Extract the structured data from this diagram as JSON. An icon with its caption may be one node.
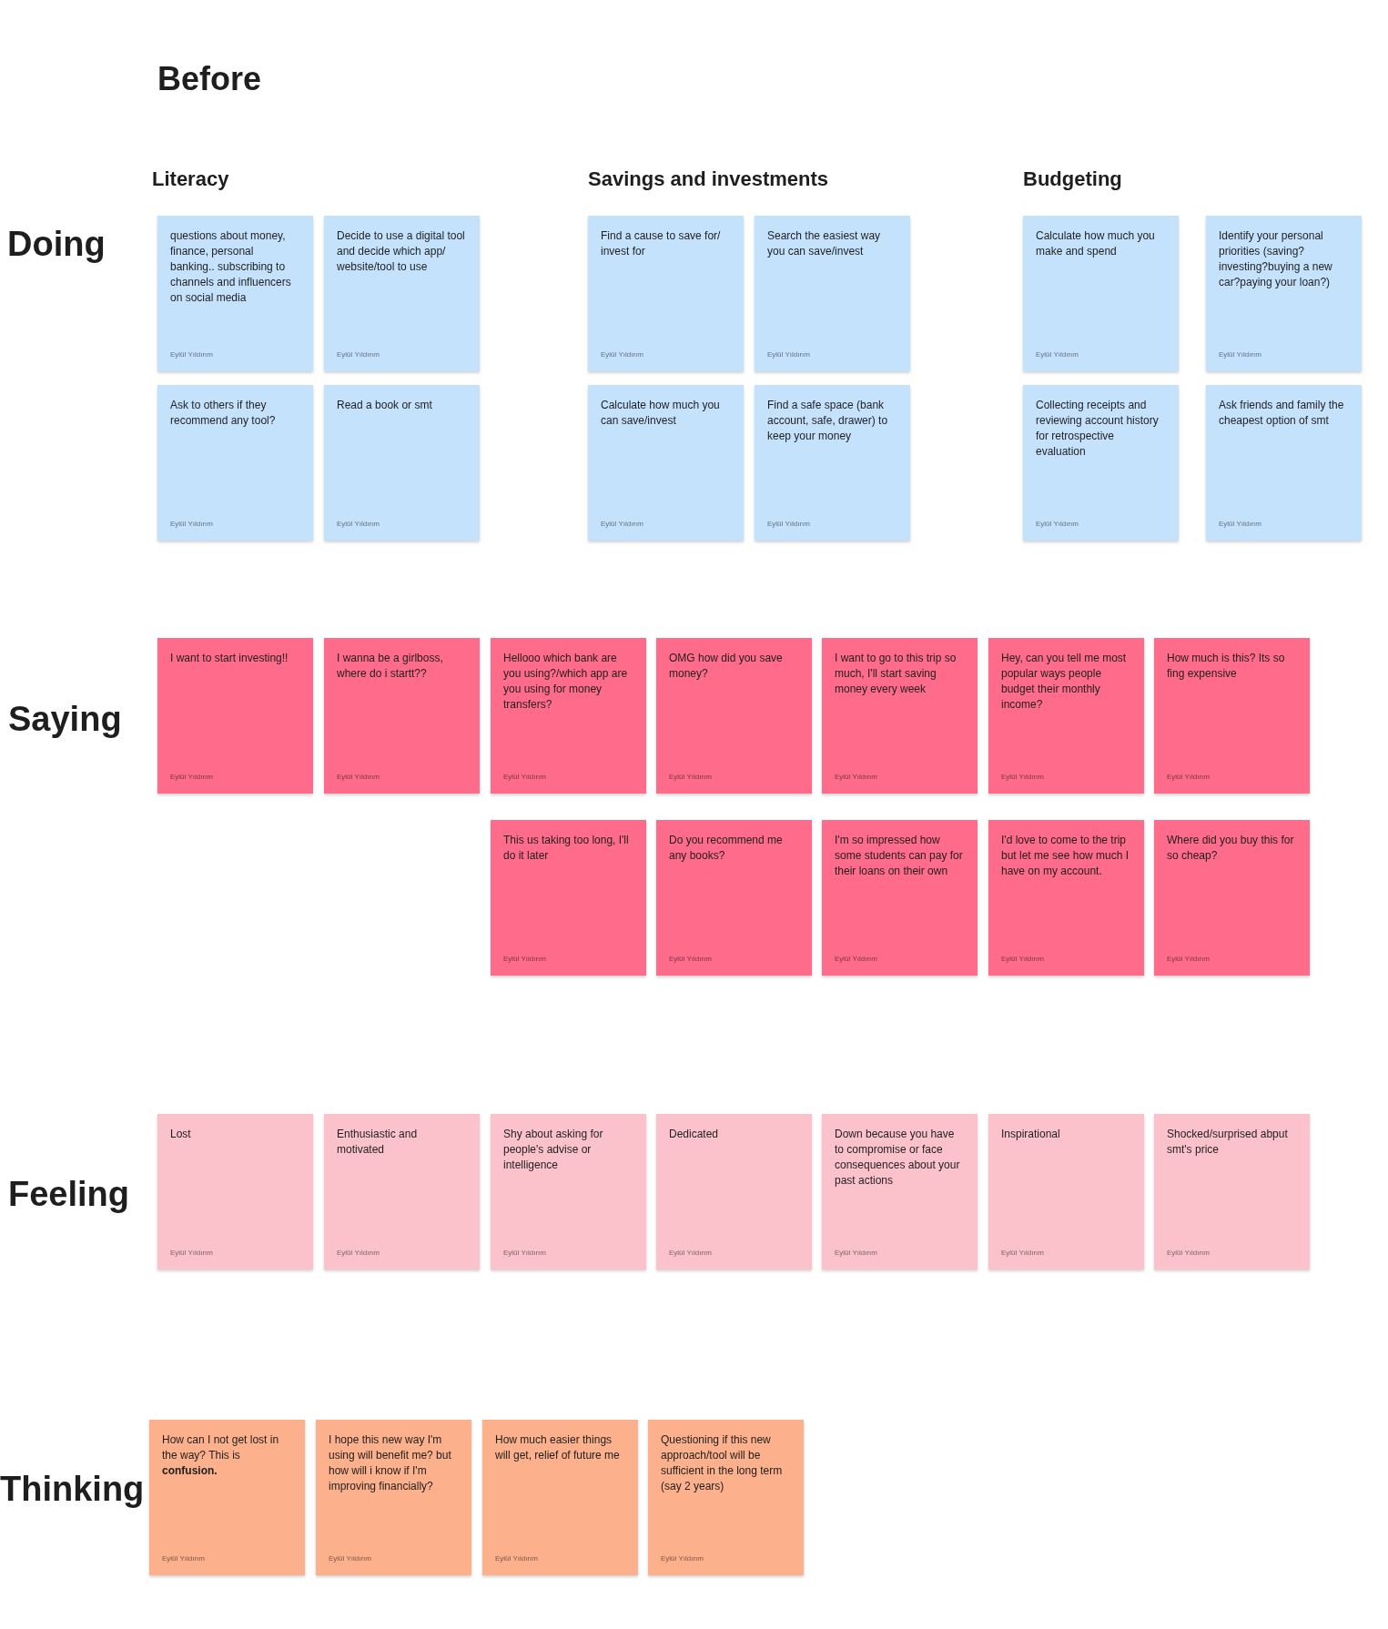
{
  "diagram": {
    "title": "Before",
    "nodes": [
      {
        "text": [
          "questions about money, finance, personal banking.. subscribing to channels and influencers on social media",
          "Eylül Yıldırım"
        ]
      },
      {
        "text": [
          "Decide to use a digital tool and decide which app/ website/tool to use",
          "Eylül Yıldırım"
        ]
      },
      {
        "text": [
          "Find a cause to save for/ invest for",
          "Eylül Yıldırım"
        ]
      },
      {
        "text": [
          "Search the easiest way you can save/invest",
          "Eylül Yıldırım"
        ]
      },
      {
        "text": [
          "Calculate how much you make and spend",
          "Eylül Yıldırım"
        ]
      },
      {
        "text": [
          "Identify your personal priorities (saving? investing?buying a new car?paying your loan?)",
          "Eylül Yıldırım"
        ]
      },
      {
        "text": [
          "Ask to others if they recommend any tool?",
          "Eylül Yıldırım"
        ]
      },
      {
        "text": [
          "Read a book or smt",
          "Eylül Yıldırım"
        ]
      },
      {
        "text": [
          "Calculate how much you can save/invest",
          "Eylül Yıldırım"
        ]
      },
      {
        "text": [
          "Find a safe space (bank account, safe, drawer) to keep your money",
          "Eylül Yıldırım"
        ]
      },
      {
        "text": [
          "Collecting receipts and reviewing account history for retrospective evaluation",
          "Eylül Yıldırım"
        ]
      },
      {
        "text": [
          "Ask friends and family the cheapest option of smt",
          "Eylül Yıldırım"
        ]
      },
      {
        "text": [
          "I want to start investing!!",
          "Eylül Yıldırım"
        ]
      },
      {
        "text": [
          "I wanna be a girlboss, where do i startt??",
          "Eylül Yıldırım"
        ]
      },
      {
        "text": [
          "Hellooo which bank are you using?/which app are you using for money transfers?",
          "Eylül Yıldırım"
        ]
      },
      {
        "text": [
          "OMG how did you save money?",
          "Eylül Yıldırım"
        ]
      },
      {
        "text": [
          "I want to go to this trip so much, I'll start saving money every week",
          "Eylül Yıldırım"
        ]
      },
      {
        "text": [
          "Hey, can you tell me most popular ways people budget their monthly income?",
          "Eylül Yıldırım"
        ]
      },
      {
        "text": [
          "How much is this? Its so fing expensive",
          "Eylül Yıldırım"
        ]
      },
      {
        "text": [
          "This us taking too long, I'll do it later",
          "Eylül Yıldırım"
        ]
      },
      {
        "text": [
          "Do you recommend me any books?",
          "Eylül Yıldırım"
        ]
      },
      {
        "text": [
          "I'm so impressed how some students can pay for their loans on their own",
          "Eylül Yıldırım"
        ]
      },
      {
        "text": [
          "I'd love to come to the trip but let me see how much I have on my account.",
          "Eylül Yıldırım"
        ]
      },
      {
        "text": [
          "Where did you buy this for so cheap?",
          "Eylül Yıldırım"
        ]
      },
      {
        "text": [
          "Lost",
          "Eylül Yıldırım"
        ]
      },
      {
        "text": [
          "Enthusiastic and motivated",
          "Eylül Yıldırım"
        ]
      },
      {
        "text": [
          "Shy about asking for people's advise or intelligence",
          "Eylül Yıldırım"
        ]
      },
      {
        "text": [
          "Dedicated",
          "Eylül Yıldırım"
        ]
      },
      {
        "text": [
          "Down because you have to compromise or face consequences about your past actions",
          "Eylül Yıldırım"
        ]
      },
      {
        "text": [
          "Inspirational",
          "Eylül Yıldırım"
        ]
      },
      {
        "text": [
          "Shocked/surprised abput smt's price",
          "Eylül Yıldırım"
        ]
      },
      {
        "text": [
          "How can I not get lost in the way? This is **confusion.**",
          "Eylül Yıldırım"
        ]
      },
      {
        "text": [
          "I hope this new way I'm using will benefit me? but how will i know if I'm improving financially?",
          "Eylül Yıldırım"
        ]
      },
      {
        "text": [
          "How much easier things will get, relief of future me",
          "Eylül Yıldırım"
        ]
      },
      {
        "text": [
          "Questioning if this new approach/tool will be sufficient in the long term (say 2 years)",
          "Eylül Yıldırım"
        ]
      }
    ],
    "labels": [
      "Literacy",
      "Savings and investments",
      "Budgeting",
      "Doing",
      "Saying",
      "Feeling",
      "Thinking"
    ]
  }
}
